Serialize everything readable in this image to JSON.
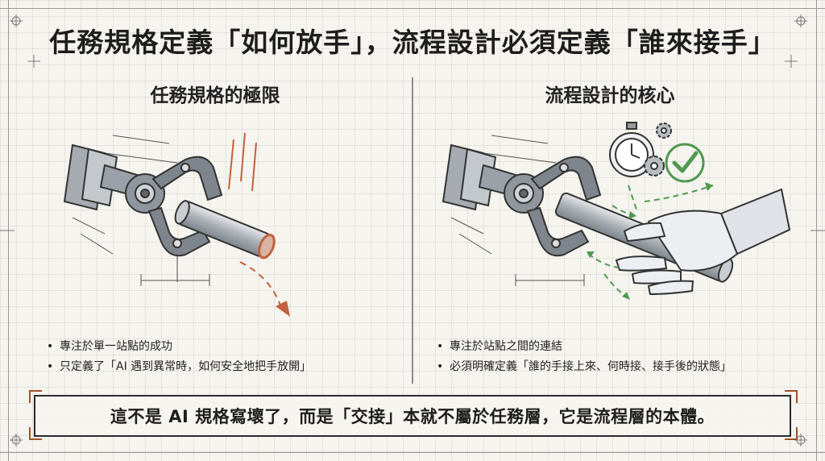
{
  "title": "任務規格定義「如何放手」，流程設計必須定義「誰來接手」",
  "left_panel": {
    "heading": "任務規格的極限",
    "bullets": [
      "專注於單一站點的成功",
      "只定義了「AI 遇到異常時，如何安全地把手放開」"
    ]
  },
  "right_panel": {
    "heading": "流程設計的核心",
    "bullets": [
      "專注於站點之間的連結",
      "必須明確定義「誰的手接上來、何時接、接手後的狀態」"
    ]
  },
  "conclusion": "這不是 AI 規格寫壞了，而是「交接」本就不屬於任務層，它是流程層的本體。",
  "colors": {
    "accent_red": "#c0623c",
    "accent_green": "#4f9a50",
    "metal": "#8d949b",
    "ink": "#222222"
  },
  "icons": [
    "robot-gripper-icon",
    "metal-pipe-icon",
    "stopwatch-icon",
    "gear-icon",
    "checkmark-icon",
    "human-hand-icon"
  ]
}
